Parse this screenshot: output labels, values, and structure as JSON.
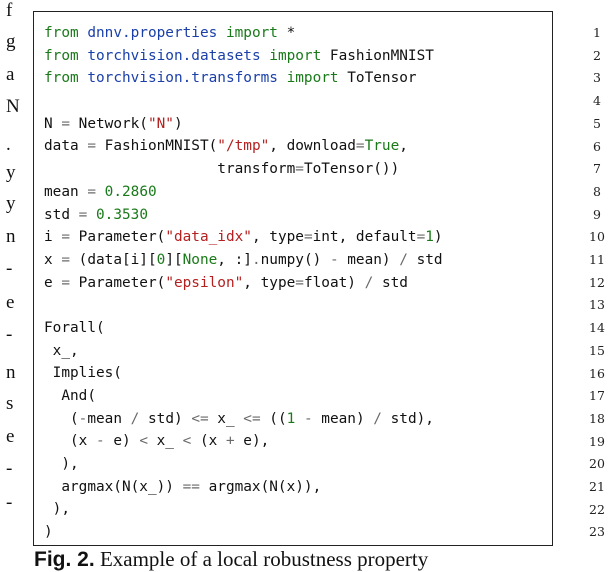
{
  "margin_text": [
    "f",
    "g",
    "a",
    "N",
    ".",
    "y",
    "y",
    "n",
    "-",
    "e",
    "-",
    "n",
    "s",
    "e",
    "-",
    "-"
  ],
  "code_lines": [
    [
      {
        "t": "from",
        "c": "kw"
      },
      {
        "t": " "
      },
      {
        "t": "dnnv.properties",
        "c": "mod"
      },
      {
        "t": " "
      },
      {
        "t": "import",
        "c": "kw"
      },
      {
        "t": " *"
      }
    ],
    [
      {
        "t": "from",
        "c": "kw"
      },
      {
        "t": " "
      },
      {
        "t": "torchvision.datasets",
        "c": "mod"
      },
      {
        "t": " "
      },
      {
        "t": "import",
        "c": "kw"
      },
      {
        "t": " FashionMNIST"
      }
    ],
    [
      {
        "t": "from",
        "c": "kw"
      },
      {
        "t": " "
      },
      {
        "t": "torchvision.transforms",
        "c": "mod"
      },
      {
        "t": " "
      },
      {
        "t": "import",
        "c": "kw"
      },
      {
        "t": " ToTensor"
      }
    ],
    [],
    [
      {
        "t": "N "
      },
      {
        "t": "=",
        "c": "op"
      },
      {
        "t": " Network("
      },
      {
        "t": "\"N\"",
        "c": "str"
      },
      {
        "t": ")"
      }
    ],
    [
      {
        "t": "data "
      },
      {
        "t": "=",
        "c": "op"
      },
      {
        "t": " FashionMNIST("
      },
      {
        "t": "\"/tmp\"",
        "c": "str"
      },
      {
        "t": ", download"
      },
      {
        "t": "=",
        "c": "op"
      },
      {
        "t": "True",
        "c": "kw"
      },
      {
        "t": ","
      }
    ],
    [
      {
        "t": "                    transform"
      },
      {
        "t": "=",
        "c": "op"
      },
      {
        "t": "ToTensor())"
      }
    ],
    [
      {
        "t": "mean "
      },
      {
        "t": "=",
        "c": "op"
      },
      {
        "t": " "
      },
      {
        "t": "0.2860",
        "c": "num"
      }
    ],
    [
      {
        "t": "std "
      },
      {
        "t": "=",
        "c": "op"
      },
      {
        "t": " "
      },
      {
        "t": "0.3530",
        "c": "num"
      }
    ],
    [
      {
        "t": "i "
      },
      {
        "t": "=",
        "c": "op"
      },
      {
        "t": " Parameter("
      },
      {
        "t": "\"data_idx\"",
        "c": "str"
      },
      {
        "t": ", type"
      },
      {
        "t": "=",
        "c": "op"
      },
      {
        "t": "int, default"
      },
      {
        "t": "=",
        "c": "op"
      },
      {
        "t": "1",
        "c": "num"
      },
      {
        "t": ")"
      }
    ],
    [
      {
        "t": "x "
      },
      {
        "t": "=",
        "c": "op"
      },
      {
        "t": " (data[i]["
      },
      {
        "t": "0",
        "c": "num"
      },
      {
        "t": "]["
      },
      {
        "t": "None",
        "c": "kw"
      },
      {
        "t": ", :]"
      },
      {
        "t": ".",
        "c": "op"
      },
      {
        "t": "numpy() "
      },
      {
        "t": "-",
        "c": "op"
      },
      {
        "t": " mean) "
      },
      {
        "t": "/",
        "c": "op"
      },
      {
        "t": " std"
      }
    ],
    [
      {
        "t": "e "
      },
      {
        "t": "=",
        "c": "op"
      },
      {
        "t": " Parameter("
      },
      {
        "t": "\"epsilon\"",
        "c": "str"
      },
      {
        "t": ", type"
      },
      {
        "t": "=",
        "c": "op"
      },
      {
        "t": "float) "
      },
      {
        "t": "/",
        "c": "op"
      },
      {
        "t": " std"
      }
    ],
    [],
    [
      {
        "t": "Forall("
      }
    ],
    [
      {
        "t": " x_,"
      }
    ],
    [
      {
        "t": " Implies("
      }
    ],
    [
      {
        "t": "  And("
      }
    ],
    [
      {
        "t": "   ("
      },
      {
        "t": "-",
        "c": "op"
      },
      {
        "t": "mean "
      },
      {
        "t": "/",
        "c": "op"
      },
      {
        "t": " std) "
      },
      {
        "t": "<=",
        "c": "op"
      },
      {
        "t": " x_ "
      },
      {
        "t": "<=",
        "c": "op"
      },
      {
        "t": " (("
      },
      {
        "t": "1",
        "c": "num"
      },
      {
        "t": " "
      },
      {
        "t": "-",
        "c": "op"
      },
      {
        "t": " mean) "
      },
      {
        "t": "/",
        "c": "op"
      },
      {
        "t": " std),"
      }
    ],
    [
      {
        "t": "   (x "
      },
      {
        "t": "-",
        "c": "op"
      },
      {
        "t": " e) "
      },
      {
        "t": "<",
        "c": "op"
      },
      {
        "t": " x_ "
      },
      {
        "t": "<",
        "c": "op"
      },
      {
        "t": " (x "
      },
      {
        "t": "+",
        "c": "op"
      },
      {
        "t": " e),"
      }
    ],
    [
      {
        "t": "  ),"
      }
    ],
    [
      {
        "t": "  argmax(N(x_)) "
      },
      {
        "t": "==",
        "c": "op"
      },
      {
        "t": " argmax(N(x)),"
      }
    ],
    [
      {
        "t": " ),"
      }
    ],
    [
      {
        "t": ")"
      }
    ]
  ],
  "line_numbers": [
    "1",
    "2",
    "3",
    "4",
    "5",
    "6",
    "7",
    "8",
    "9",
    "10",
    "11",
    "12",
    "13",
    "14",
    "15",
    "16",
    "17",
    "18",
    "19",
    "20",
    "21",
    "22",
    "23"
  ],
  "caption": {
    "label": "Fig. 2.",
    "text": " Example of a local robustness property"
  }
}
